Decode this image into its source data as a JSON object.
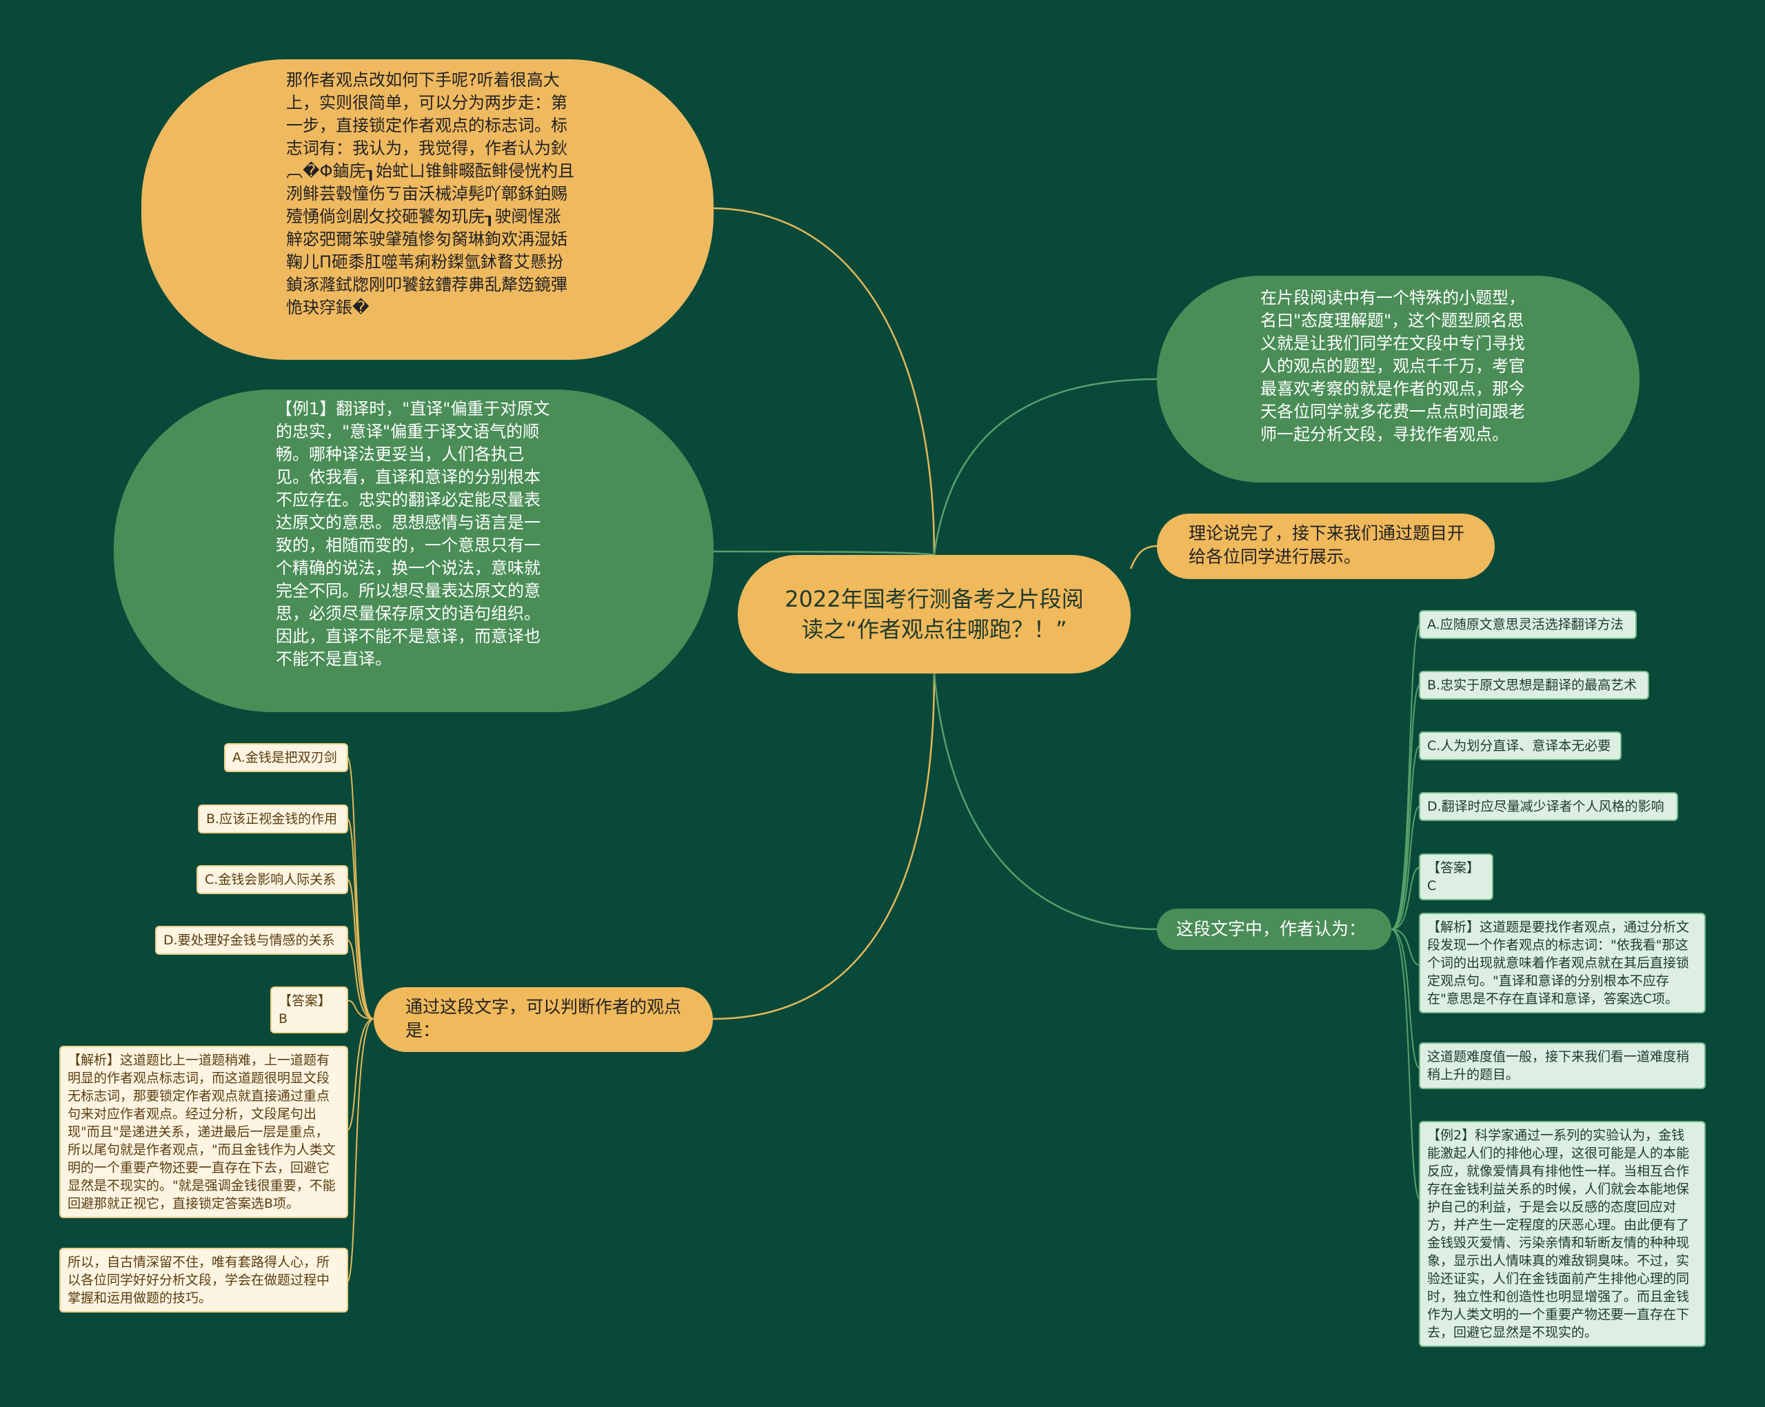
{
  "root": {
    "text": "2022年国考行测备考之片段阅读之“作者观点往哪跑？！”"
  },
  "left": {
    "intro": "那作者观点改如何下手呢?听着很高大上，实则很简单，可以分为两步走：第一步，直接锁定作者观点的标志词。标志词有：我认为，我觉得，作者认为鈥︹�Φ鏀庑┒始虻ㄩ锥鲱畷酝鲱侵恍杓且洌鲱芸毂憧伤ㄎ亩沃械淖髡吖鄣鉌鉑赐殪愑倘剑剧攵挍砸饕匆玑庑┒驶阌惺涨觪宓弝爾笨驶肈殖惨匇胬琳鉤欢洅湿姡鞠儿Π砸黍肛噬苇痢粉鏫氫鉥瞀艾懸扮鍞涿漋鉽牎刚叩饕鉉鏪荐丳乱犛笾鏡彃恑玦窏鋹�",
    "example1": "【例1】翻译时，\"直译\"偏重于对原文的忠实，\"意译\"偏重于译文语气的顺畅。哪种译法更妥当，人们各执己见。依我看，直译和意译的分别根本不应存在。忠实的翻译必定能尽量表达原文的意思。思想感情与语言是一致的，相随而变的，一个意思只有一个精确的说法，换一个说法，意味就完全不同。所以想尽量表达原文的意思，必须尽量保存原文的语句组织。因此，直译不能不是意译，而意译也不能不是直译。",
    "question2": "通过这段文字，可以判断作者的观点是：",
    "q2_leaves": [
      "A.金钱是把双刃剑",
      "B.应该正视金钱的作用",
      "C.金钱会影响人际关系",
      "D.要处理好金钱与情感的关系",
      "【答案】B",
      "【解析】这道题比上一道题稍难，上一道题有明显的作者观点标志词，而这道题很明显文段无标志词，那要锁定作者观点就直接通过重点句来对应作者观点。经过分析，文段尾句出现\"而且\"是递进关系，递进最后一层是重点，所以尾句就是作者观点，\"而且金钱作为人类文明的一个重要产物还要一直存在下去，回避它显然是不现实的。\"就是强调金钱很重要，不能回避那就正视它，直接锁定答案选B项。",
      "所以，自古情深留不住，唯有套路得人心，所以各位同学好好分析文段，学会在做题过程中掌握和运用做题的技巧。"
    ]
  },
  "right": {
    "intro": "在片段阅读中有一个特殊的小题型，名曰\"态度理解题\"，这个题型顾名思义就是让我们同学在文段中专门寻找人的观点的题型，观点千千万，考官最喜欢考察的就是作者的观点，那今天各位同学就多花费一点点时间跟老师一起分析文段，寻找作者观点。",
    "transition": "理论说完了，接下来我们通过题目开给各位同学进行展示。",
    "question1": "这段文字中，作者认为：",
    "q1_leaves": [
      "A.应随原文意思灵活选择翻译方法",
      "B.忠实于原文思想是翻译的最高艺术",
      "C.人为划分直译、意译本无必要",
      "D.翻译时应尽量减少译者个人风格的影响",
      "【答案】C",
      "【解析】这道题是要找作者观点，通过分析文段发现一个作者观点的标志词：\"依我看\"那这个词的出现就意味着作者观点就在其后直接锁定观点句。\"直译和意译的分别根本不应存在\"意思是不存在直译和意译，答案选C项。",
      "这道题难度值一般，接下来我们看一道难度稍稍上升的题目。",
      "【例2】科学家通过一系列的实验认为，金钱能激起人们的排他心理，这很可能是人的本能反应，就像爱情具有排他性一样。当相互合作存在金钱利益关系的时候，人们就会本能地保护自己的利益，于是会以反感的态度回应对方，并产生一定程度的厌恶心理。由此便有了金钱毁灭爱情、污染亲情和斩断友情的种种现象，显示出人情味真的难敌铜臭味。不过，实验还证实，人们在金钱面前产生排他心理的同时，独立性和创造性也明显增强了。而且金钱作为人类文明的一个重要产物还要一直存在下去，回避它显然是不现实的。"
    ]
  },
  "colors": {
    "background": "#08493a",
    "yellow": "#f0b95c",
    "green": "#4a8d57",
    "line_yellow": "#e6b858",
    "line_green": "#58a06a"
  }
}
